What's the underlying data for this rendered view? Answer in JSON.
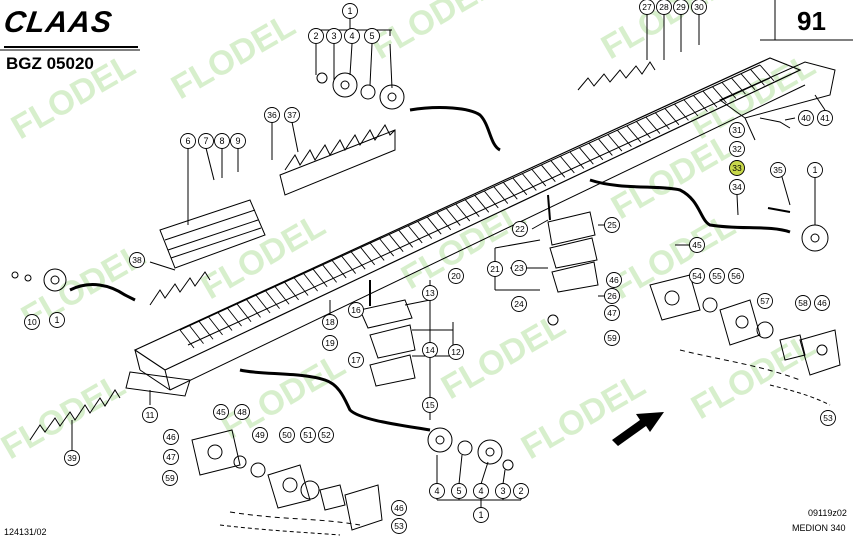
{
  "header": {
    "brand": "CLAAS",
    "group_code": "BGZ 05020",
    "page_number": "91"
  },
  "footer": {
    "left_ref": "124131/02",
    "right_ref": "09119z02",
    "model": "MEDION 340"
  },
  "watermark": "FLODEL",
  "callouts": [
    "1",
    "2",
    "3",
    "4",
    "5",
    "6",
    "7",
    "8",
    "9",
    "10",
    "11",
    "12",
    "13",
    "14",
    "15",
    "16",
    "17",
    "18",
    "19",
    "20",
    "21",
    "22",
    "23",
    "24",
    "25",
    "26",
    "27",
    "28",
    "29",
    "30",
    "31",
    "32",
    "33",
    "34",
    "35",
    "36",
    "37",
    "38",
    "39",
    "40",
    "41",
    "45",
    "46",
    "47",
    "48",
    "49",
    "50",
    "51",
    "52",
    "53",
    "54",
    "55",
    "56",
    "57",
    "58",
    "59"
  ],
  "highlighted_callout": "33",
  "colors": {
    "line": "#000000",
    "callout_fill": "#ffffff",
    "highlight_fill": "#c8d84a",
    "watermark": "#b8e3a4"
  }
}
